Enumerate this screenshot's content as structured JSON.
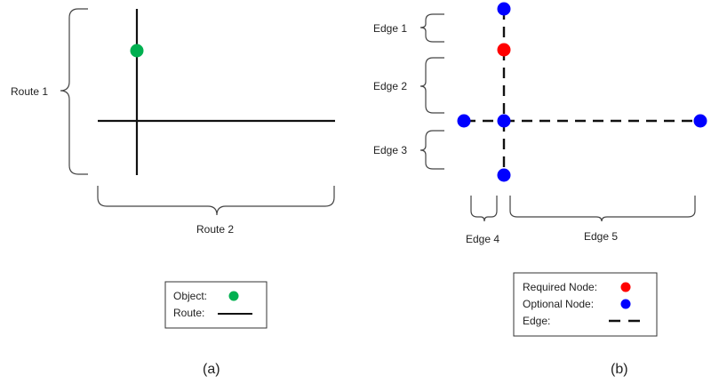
{
  "colors": {
    "object": "#00b050",
    "required_node": "#ff0000",
    "optional_node": "#0000ff",
    "line": "#111111"
  },
  "panel_a": {
    "caption": "(a)",
    "route1_label": "Route 1",
    "route2_label": "Route 2",
    "legend": {
      "object_label": "Object:",
      "route_label": "Route:"
    }
  },
  "panel_b": {
    "caption": "(b)",
    "edge_labels": [
      "Edge 1",
      "Edge 2",
      "Edge 3",
      "Edge 4",
      "Edge 5"
    ],
    "legend": {
      "required_label": "Required Node:",
      "optional_label": "Optional Node:",
      "edge_label": "Edge:"
    },
    "nodes": [
      {
        "name": "top",
        "type": "optional"
      },
      {
        "name": "upper",
        "type": "required"
      },
      {
        "name": "center",
        "type": "optional"
      },
      {
        "name": "left",
        "type": "optional"
      },
      {
        "name": "right",
        "type": "optional"
      },
      {
        "name": "bottom",
        "type": "optional"
      }
    ]
  }
}
